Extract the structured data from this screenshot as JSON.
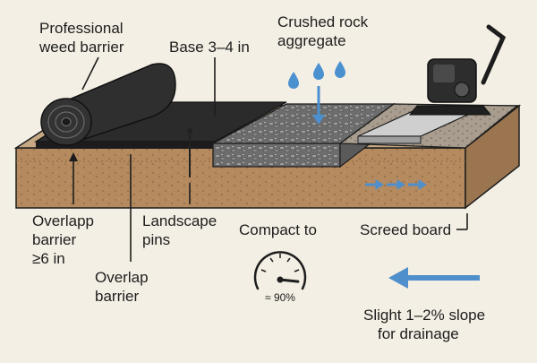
{
  "labels": {
    "weed_barrier": [
      "Professional",
      "weed barrier"
    ],
    "base_depth": "Base 3–4 in",
    "aggregate": [
      "Crushed rock",
      "aggregate"
    ],
    "overlap_left": [
      "Overlapp",
      "barrier",
      "≥6 in"
    ],
    "overlap_lower": [
      "Overlap",
      "barrier"
    ],
    "pins": [
      "Landscape",
      "pins"
    ],
    "compact": "Compact to",
    "gauge_value": "≈ 90%",
    "screed": "Screed board",
    "slope": [
      "Slight 1–2% slope",
      "for drainage"
    ]
  },
  "compaction_percent": 90,
  "colors": {
    "background": "#f4efe4",
    "soil": "#b48a5e",
    "soil_dark": "#8e6a45",
    "fabric": "#2b2b2b",
    "gravel": "#7b7b7b",
    "water": "#4b90cf",
    "arrow": "#4f8fcc"
  },
  "icons": [
    "fabric-roll-icon",
    "water-drop-icon",
    "plate-compactor-icon",
    "gauge-icon",
    "landscape-pin-icon"
  ]
}
